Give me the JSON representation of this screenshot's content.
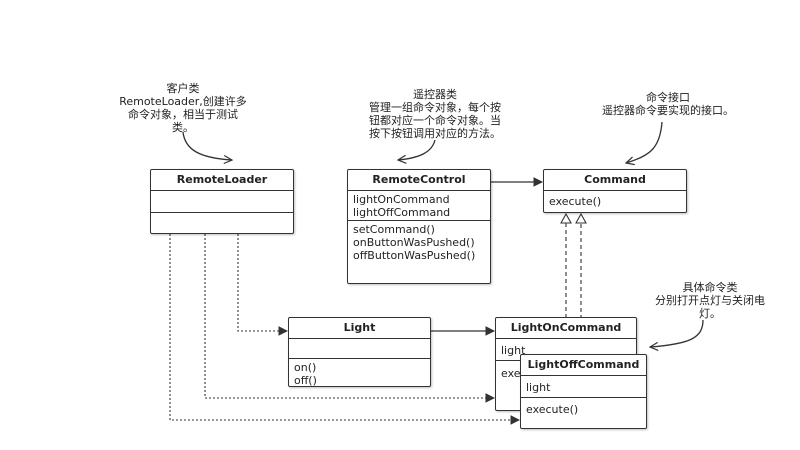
{
  "notes": {
    "client": [
      "客户类",
      "RemoteLoader,创建许多",
      "命令对象，相当于测试",
      "类。"
    ],
    "remote": [
      "遥控器类",
      "管理一组命令对象，每个按",
      "钮都对应一个命令对象。当",
      "按下按钮调用对应的方法。"
    ],
    "command": [
      "命令接口",
      "遥控器命令要实现的接口。"
    ],
    "concrete": [
      "具体命令类",
      "分别打开点灯与关闭电",
      "灯。"
    ]
  },
  "classes": {
    "remote_loader": {
      "name": "RemoteLoader"
    },
    "remote_control": {
      "name": "RemoteControl",
      "fields": [
        "lightOnCommand",
        "lightOffCommand"
      ],
      "methods": [
        "setCommand()",
        "onButtonWasPushed()",
        "offButtonWasPushed()"
      ]
    },
    "command": {
      "name": "Command",
      "methods": [
        "execute()"
      ]
    },
    "light": {
      "name": "Light",
      "methods": [
        "on()",
        "off()"
      ]
    },
    "light_on_command": {
      "name": "LightOnCommand",
      "fields": [
        "light"
      ],
      "methods": [
        "exe"
      ]
    },
    "light_off_command": {
      "name": "LightOffCommand",
      "fields": [
        "light"
      ],
      "methods": [
        "execute()"
      ]
    }
  },
  "colors": {
    "stroke": "#333333",
    "background": "#ffffff"
  }
}
